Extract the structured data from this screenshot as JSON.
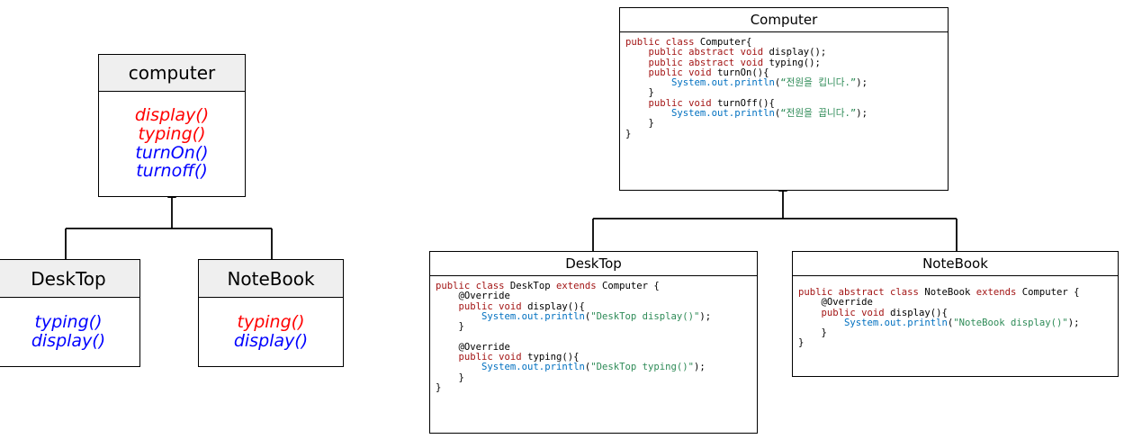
{
  "colors": {
    "abstract_method": "#ff0000",
    "concrete_method": "#0000ff",
    "header_fill": "#efefef",
    "keyword": "#a31515",
    "type": "#0070c0",
    "string": "#2e8b57",
    "plain": "#000000"
  },
  "uml": {
    "computer": {
      "name": "computer",
      "methods": [
        {
          "text": "display()",
          "kind": "abstract"
        },
        {
          "text": "typing()",
          "kind": "abstract"
        },
        {
          "text": "turnOn()",
          "kind": "concrete"
        },
        {
          "text": "turnoff()",
          "kind": "concrete"
        }
      ]
    },
    "desktop": {
      "name": "DeskTop",
      "methods": [
        {
          "text": "typing()",
          "kind": "concrete"
        },
        {
          "text": "display()",
          "kind": "concrete"
        }
      ]
    },
    "notebook": {
      "name": "NoteBook",
      "methods": [
        {
          "text": "typing()",
          "kind": "abstract"
        },
        {
          "text": "display()",
          "kind": "concrete"
        }
      ]
    }
  },
  "code_boxes": {
    "computer": {
      "title": "Computer",
      "lines": [
        [
          [
            "kw",
            "public class"
          ],
          [
            "p",
            " Computer{"
          ]
        ],
        [
          [
            "p",
            "    "
          ],
          [
            "kw",
            "public abstract void"
          ],
          [
            "p",
            " display();"
          ]
        ],
        [
          [
            "p",
            "    "
          ],
          [
            "kw",
            "public abstract void"
          ],
          [
            "p",
            " typing();"
          ]
        ],
        [
          [
            "p",
            "    "
          ],
          [
            "kw",
            "public void"
          ],
          [
            "p",
            " turnOn(){"
          ]
        ],
        [
          [
            "p",
            "        "
          ],
          [
            "ty",
            "System.out.println"
          ],
          [
            "p",
            "("
          ],
          [
            "str",
            "“전원을 킵니다.”"
          ],
          [
            "p",
            ");"
          ]
        ],
        [
          [
            "p",
            "    }"
          ]
        ],
        [
          [
            "p",
            "    "
          ],
          [
            "kw",
            "public void"
          ],
          [
            "p",
            " turnOff(){"
          ]
        ],
        [
          [
            "p",
            "        "
          ],
          [
            "ty",
            "System.out.println"
          ],
          [
            "p",
            "("
          ],
          [
            "str",
            "“전원을 끕니다.”"
          ],
          [
            "p",
            ");"
          ]
        ],
        [
          [
            "p",
            "    }"
          ]
        ],
        [
          [
            "p",
            "}"
          ]
        ]
      ]
    },
    "desktop": {
      "title": "DeskTop",
      "lines": [
        [
          [
            "kw",
            "public class"
          ],
          [
            "p",
            " DeskTop "
          ],
          [
            "kw",
            "extends"
          ],
          [
            "p",
            " Computer {"
          ]
        ],
        [
          [
            "p",
            "    @Override"
          ]
        ],
        [
          [
            "p",
            "    "
          ],
          [
            "kw",
            "public void"
          ],
          [
            "p",
            " display(){"
          ]
        ],
        [
          [
            "p",
            "        "
          ],
          [
            "ty",
            "System.out.println"
          ],
          [
            "p",
            "("
          ],
          [
            "str",
            "\"DeskTop display()\""
          ],
          [
            "p",
            ");"
          ]
        ],
        [
          [
            "p",
            "    }"
          ]
        ],
        [
          [
            "p",
            ""
          ]
        ],
        [
          [
            "p",
            "    @Override"
          ]
        ],
        [
          [
            "p",
            "    "
          ],
          [
            "kw",
            "public void"
          ],
          [
            "p",
            " typing(){"
          ]
        ],
        [
          [
            "p",
            "        "
          ],
          [
            "ty",
            "System.out.println"
          ],
          [
            "p",
            "("
          ],
          [
            "str",
            "\"DeskTop typing()\""
          ],
          [
            "p",
            ");"
          ]
        ],
        [
          [
            "p",
            "    }"
          ]
        ],
        [
          [
            "p",
            "}"
          ]
        ]
      ]
    },
    "notebook": {
      "title": "NoteBook",
      "lines": [
        [
          [
            "kw",
            "public abstract class"
          ],
          [
            "p",
            " NoteBook "
          ],
          [
            "kw",
            "extends"
          ],
          [
            "p",
            " Computer {"
          ]
        ],
        [
          [
            "p",
            "    @Override"
          ]
        ],
        [
          [
            "p",
            "    "
          ],
          [
            "kw",
            "public void"
          ],
          [
            "p",
            " display(){"
          ]
        ],
        [
          [
            "p",
            "        "
          ],
          [
            "ty",
            "System.out.println"
          ],
          [
            "p",
            "("
          ],
          [
            "str",
            "\"NoteBook display()\""
          ],
          [
            "p",
            ");"
          ]
        ],
        [
          [
            "p",
            "    }"
          ]
        ],
        [
          [
            "p",
            "}"
          ]
        ]
      ]
    }
  }
}
